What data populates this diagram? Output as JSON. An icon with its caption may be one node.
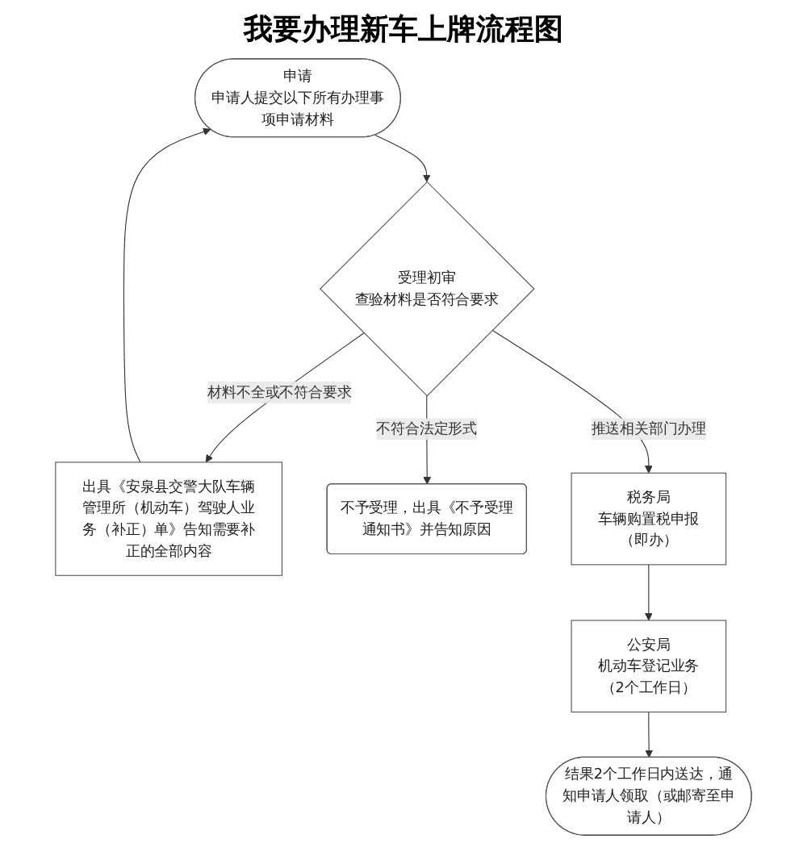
{
  "diagram": {
    "title": "我要办理新车上牌流程图",
    "nodes": [
      {
        "text": [
          "申请",
          "申请人提交以下所有办理事项申请材料"
        ]
      },
      {
        "text": [
          "受理初审",
          "查验材料是否符合要求"
        ]
      },
      {
        "text": [
          "出具《安泉县交警大队车辆管理所（机动车）驾驶人业务（补正）单》告知需要补正的全部内容"
        ]
      },
      {
        "text": [
          "不予受理，出具《不予受理通知书》并告知原因"
        ]
      },
      {
        "text": [
          "税务局",
          "车辆购置税申报",
          "（即办）"
        ]
      },
      {
        "text": [
          "公安局",
          "机动车登记业务",
          "（2个工作日）"
        ]
      },
      {
        "text": [
          "结果2个工作日内送达，通知申请人领取（或邮寄至申请人）"
        ]
      }
    ],
    "edges": [
      {
        "from": 0,
        "to": 1,
        "arrow": "to"
      },
      {
        "from": 1,
        "to": 2,
        "label": "材料不全或不符合要求",
        "arrow": "to"
      },
      {
        "from": 1,
        "to": 3,
        "label": "不符合法定形式",
        "arrow": "to"
      },
      {
        "from": 2,
        "to": 0,
        "arrow": "to"
      },
      {
        "from": 1,
        "to": 4,
        "label": "推送相关部门办理",
        "arrow": "to"
      },
      {
        "from": 4,
        "to": 5,
        "arrow": "to"
      },
      {
        "from": 5,
        "to": 6,
        "arrow": "to"
      }
    ]
  }
}
